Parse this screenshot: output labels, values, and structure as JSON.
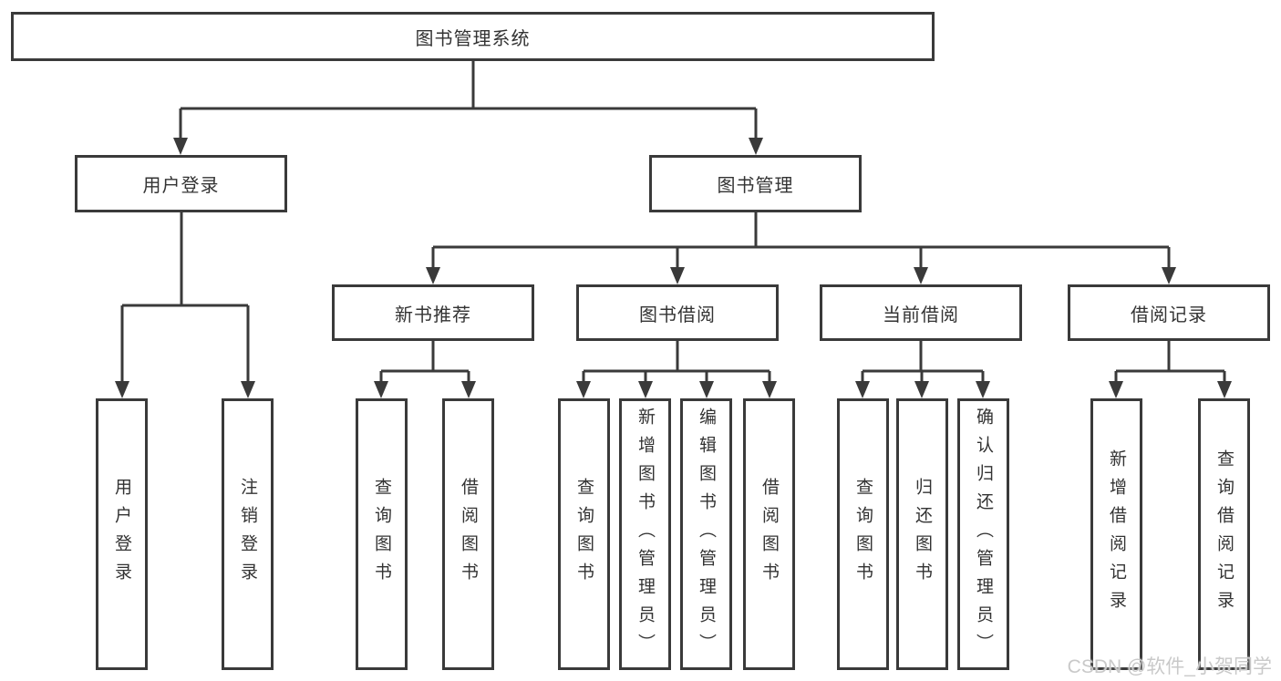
{
  "colors": {
    "line": "#3a3a3a",
    "text": "#333333",
    "background": "#ffffff",
    "watermark": "#c9c9c9"
  },
  "watermark": {
    "text": "CSDN @软件_小贺同学"
  },
  "tree": {
    "label": "图书管理系统",
    "children": [
      {
        "label": "用户登录",
        "children": [
          {
            "label": "用户登录"
          },
          {
            "label": "注销登录"
          }
        ]
      },
      {
        "label": "图书管理",
        "children": [
          {
            "label": "新书推荐",
            "children": [
              {
                "label": "查询图书"
              },
              {
                "label": "借阅图书"
              }
            ]
          },
          {
            "label": "图书借阅",
            "children": [
              {
                "label": "查询图书"
              },
              {
                "label": "新增图书（管理员）"
              },
              {
                "label": "编辑图书（管理员）"
              },
              {
                "label": "借阅图书"
              }
            ]
          },
          {
            "label": "当前借阅",
            "children": [
              {
                "label": "查询图书"
              },
              {
                "label": "归还图书"
              },
              {
                "label": "确认归还（管理员）"
              }
            ]
          },
          {
            "label": "借阅记录",
            "children": [
              {
                "label": "新增借阅记录"
              },
              {
                "label": "查询借阅记录"
              }
            ]
          }
        ]
      }
    ]
  }
}
